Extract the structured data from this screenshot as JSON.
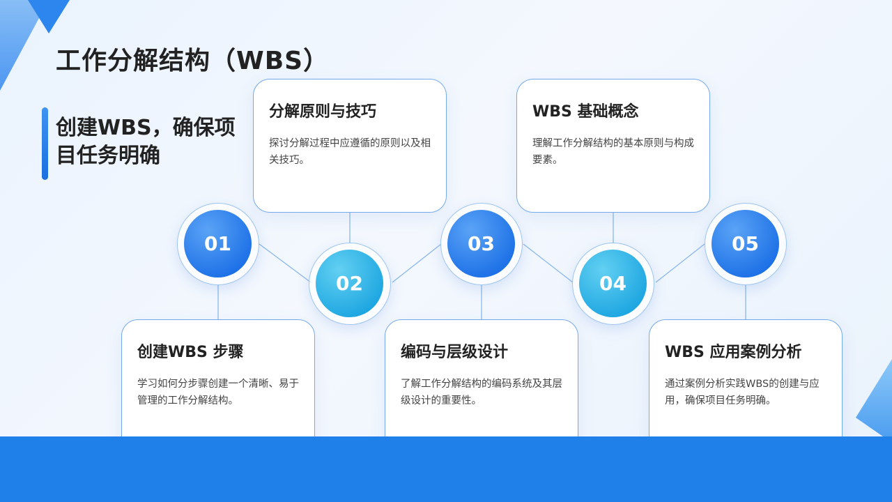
{
  "title": "工作分解结构（WBS）",
  "subtitle": "创建WBS，确保项目任务明确",
  "steps": [
    {
      "number": "01",
      "title": "创建WBS 步骤",
      "desc": "学习如何分步骤创建一个清晰、易于管理的工作分解结构。"
    },
    {
      "number": "02",
      "title": "分解原则与技巧",
      "desc": "探讨分解过程中应遵循的原则以及相关技巧。"
    },
    {
      "number": "03",
      "title": "编码与层级设计",
      "desc": "了解工作分解结构的编码系统及其层级设计的重要性。"
    },
    {
      "number": "04",
      "title": "WBS 基础概念",
      "desc": "理解工作分解结构的基本原则与构成要素。"
    },
    {
      "number": "05",
      "title": "WBS 应用案例分析",
      "desc": "通过案例分析实践WBS的创建与应用，确保项目任务明确。"
    }
  ],
  "colors": {
    "accent": "#1f80ea",
    "node_blue": "#1a6ee6",
    "node_cyan": "#1aa4e0",
    "card_border": "#74a9ec"
  }
}
